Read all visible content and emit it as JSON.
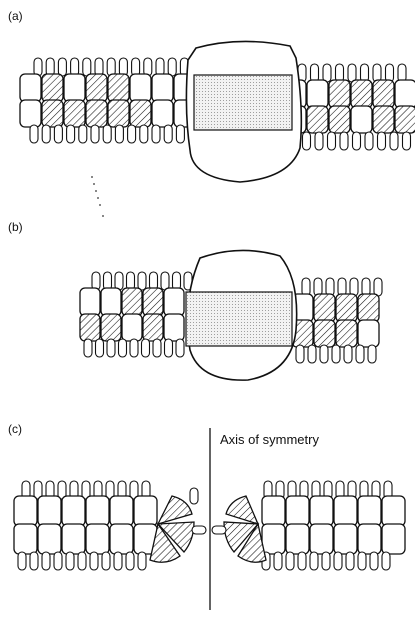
{
  "panels": [
    {
      "id": "a",
      "label": "(a)"
    },
    {
      "id": "b",
      "label": "(b)"
    },
    {
      "id": "c",
      "label": "(c)"
    }
  ],
  "axis_label": "Axis of symmetry"
}
